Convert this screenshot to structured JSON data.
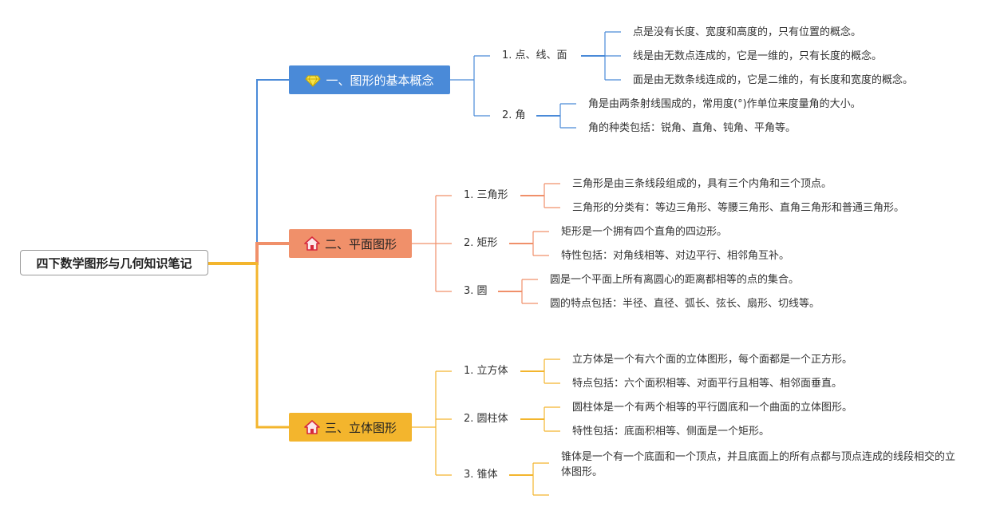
{
  "root": {
    "label": "四下数学图形与几何知识笔记"
  },
  "colors": {
    "blue": "#4a8ad8",
    "salmon": "#f0906a",
    "yellow": "#f3b52d",
    "root_line": "#f3b52d"
  },
  "branches": [
    {
      "label": "一、图形的基本概念",
      "icon": "diamond-icon",
      "children": [
        {
          "label": "1. 点、线、面",
          "leaves": [
            "点是没有长度、宽度和高度的，只有位置的概念。",
            "线是由无数点连成的，它是一维的，只有长度的概念。",
            "面是由无数条线连成的，它是二维的，有长度和宽度的概念。"
          ]
        },
        {
          "label": "2. 角",
          "leaves": [
            "角是由两条射线围成的，常用度(°)作单位来度量角的大小。",
            "角的种类包括：锐角、直角、钝角、平角等。"
          ]
        }
      ]
    },
    {
      "label": "二、平面图形",
      "icon": "house-icon",
      "children": [
        {
          "label": "1. 三角形",
          "leaves": [
            "三角形是由三条线段组成的，具有三个内角和三个顶点。",
            "三角形的分类有：等边三角形、等腰三角形、直角三角形和普通三角形。"
          ]
        },
        {
          "label": "2. 矩形",
          "leaves": [
            "矩形是一个拥有四个直角的四边形。",
            "特性包括：对角线相等、对边平行、相邻角互补。"
          ]
        },
        {
          "label": "3. 圆",
          "leaves": [
            "圆是一个平面上所有离圆心的距离都相等的点的集合。",
            "圆的特点包括：半径、直径、弧长、弦长、扇形、切线等。"
          ]
        }
      ]
    },
    {
      "label": "三、立体图形",
      "icon": "house-icon",
      "children": [
        {
          "label": "1. 立方体",
          "leaves": [
            "立方体是一个有六个面的立体图形，每个面都是一个正方形。",
            "特点包括：六个面积相等、对面平行且相等、相邻面垂直。"
          ]
        },
        {
          "label": "2. 圆柱体",
          "leaves": [
            "圆柱体是一个有两个相等的平行圆底和一个曲面的立体图形。",
            "特性包括：底面积相等、侧面是一个矩形。"
          ]
        },
        {
          "label": "3. 锥体",
          "leaves": [
            "锥体是一个有一个底面和一个顶点，并且底面上的所有点都与顶点连成的线段相交的立体图形。",
            ""
          ]
        }
      ]
    }
  ]
}
